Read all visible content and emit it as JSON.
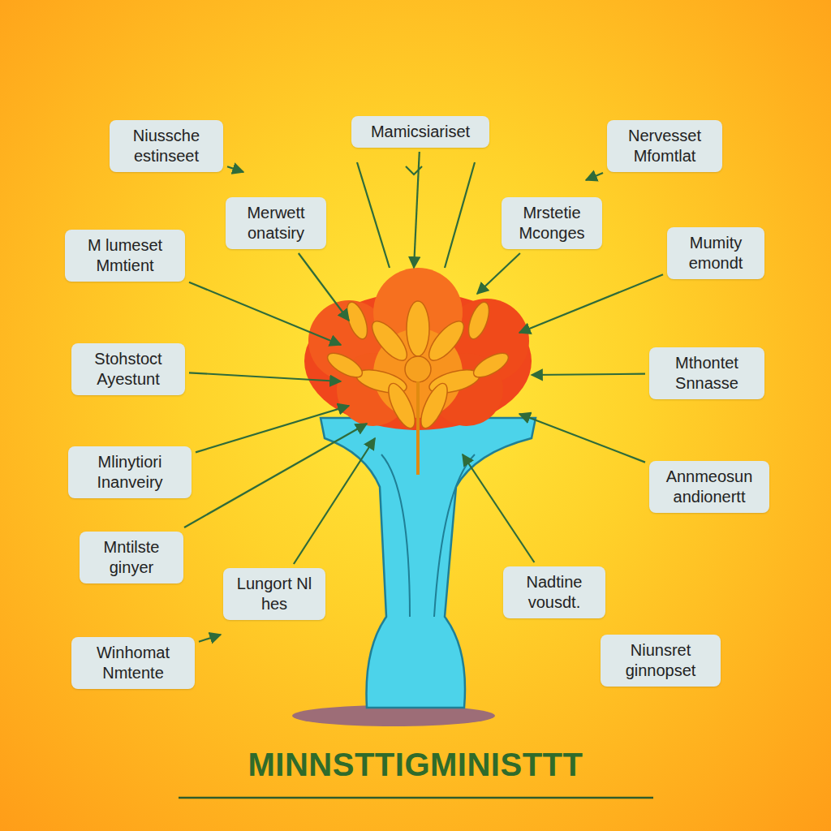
{
  "diagram": {
    "title": "MINNSTTIGMINISTTT",
    "nodes": [
      {
        "text": [
          "Niussche estinseet"
        ]
      },
      {
        "text": [
          "Mamicsiariset"
        ]
      },
      {
        "text": [
          "Nervesset Mfomtlat"
        ]
      },
      {
        "text": [
          "Merwett onatsiry"
        ]
      },
      {
        "text": [
          "Mrstetie Mconges"
        ]
      },
      {
        "text": [
          "M lumeset Mmtient"
        ]
      },
      {
        "text": [
          "Mumity emondt"
        ]
      },
      {
        "text": [
          "Stohstoct Ayestunt"
        ]
      },
      {
        "text": [
          "Mthontet Snnasse"
        ]
      },
      {
        "text": [
          "Mlinytiori Inanveiry"
        ]
      },
      {
        "text": [
          "Annmeosun andionertt"
        ]
      },
      {
        "text": [
          "Mntilste ginyer"
        ]
      },
      {
        "text": [
          "Lungort Nl hes"
        ]
      },
      {
        "text": [
          "Nadtine vousdt."
        ]
      },
      {
        "text": [
          "Winhomat Nmtente"
        ]
      },
      {
        "text": [
          "Niunsret ginnopset"
        ]
      }
    ]
  }
}
